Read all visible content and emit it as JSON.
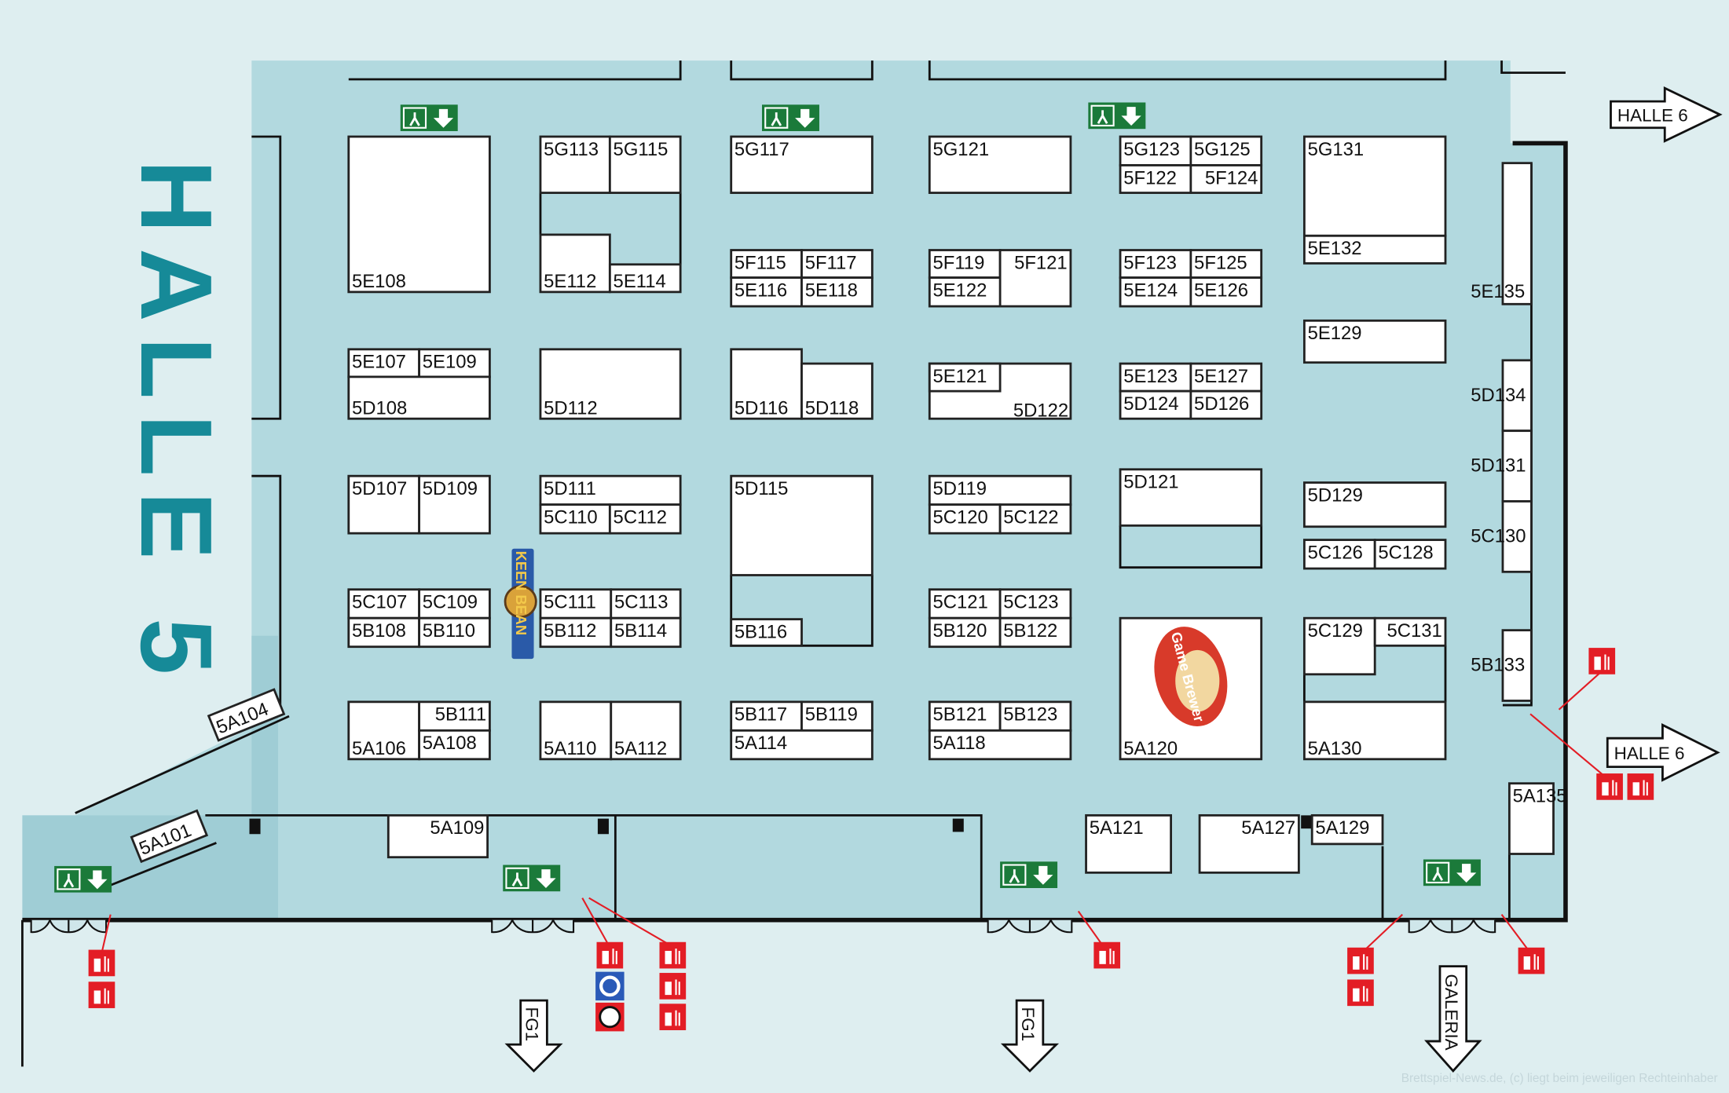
{
  "hall_title": "HALLE 5",
  "arrows": {
    "halle6_top": "HALLE 6",
    "halle6_bottom": "HALLE 6",
    "fg1_left": "FG1",
    "fg1_right": "FG1",
    "galeria": "GALERIA"
  },
  "booths": [
    "5E108",
    "5G113",
    "5G115",
    "5E112",
    "5E114",
    "5G117",
    "5G121",
    "5G123",
    "5G125",
    "5F122",
    "5F124",
    "5G131",
    "5E132",
    "5F115",
    "5F117",
    "5E116",
    "5E118",
    "5F119",
    "5F121",
    "5E122",
    "5F123",
    "5F125",
    "5E124",
    "5E126",
    "5E129",
    "5E107",
    "5E109",
    "5D108",
    "5D112",
    "5D116",
    "5D118",
    "5D122",
    "5E121",
    "5E123",
    "5E127",
    "5D124",
    "5D126",
    "5D107",
    "5D109",
    "5D111",
    "5C110",
    "5C112",
    "5D115",
    "5B116",
    "5D119",
    "5C120",
    "5C122",
    "5D121",
    "5D129",
    "5C126",
    "5C128",
    "5C107",
    "5C109",
    "5B108",
    "5B110",
    "5C111",
    "5C113",
    "5B112",
    "5B114",
    "5C121",
    "5C123",
    "5B120",
    "5B122",
    "5A120",
    "5C129",
    "5C131",
    "5A130",
    "5A106",
    "5B111",
    "5A108",
    "5A110",
    "5A112",
    "5B117",
    "5B119",
    "5A114",
    "5B121",
    "5B123",
    "5A118",
    "5E135",
    "5D134",
    "5D131",
    "5C130",
    "5B133",
    "5A109",
    "5A121",
    "5A127",
    "5A129",
    "5A135",
    "5A104",
    "5A101"
  ],
  "logos": {
    "keen_bean": "KEEN BEAN",
    "game_brewer": "Game Brewer"
  },
  "watermark": "Brettspiel-News.de, (c) liegt beim jeweiligen Rechteinhaber",
  "colors": {
    "background": "#deeef0",
    "hall_floor": "#b2d9df",
    "hall_title": "#168a98",
    "exit_sign": "#1b7a3a",
    "fire_sign": "#e31d25"
  }
}
